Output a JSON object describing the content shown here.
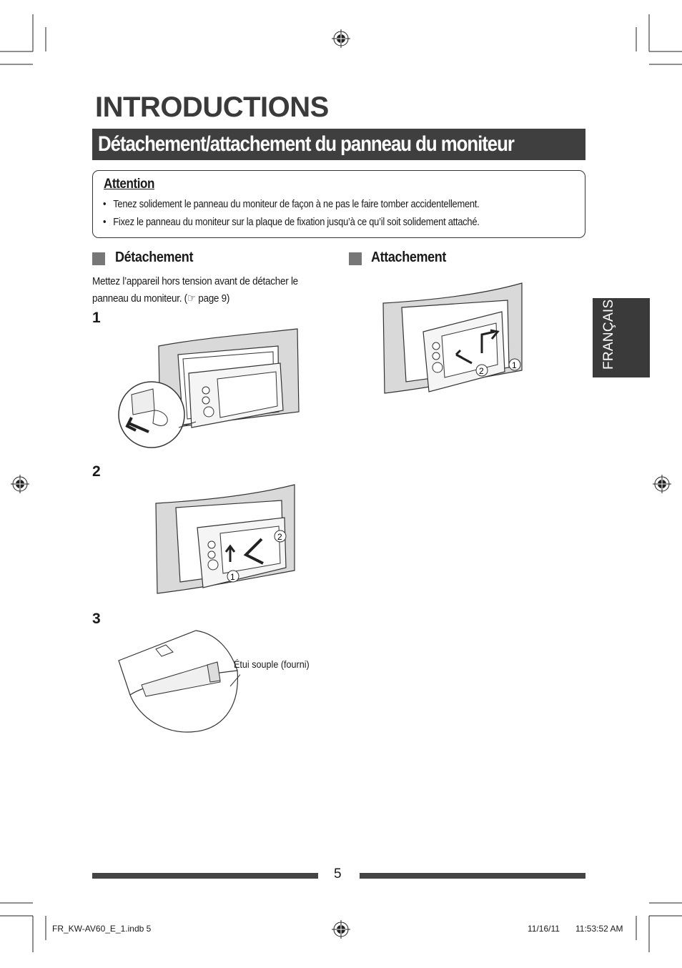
{
  "page_title": "INTRODUCTIONS",
  "section_banner": "Détachement/attachement du panneau du moniteur",
  "attention": {
    "title": "Attention",
    "bullets": [
      "Tenez solidement le panneau du moniteur de façon à ne pas le faire tomber accidentellement.",
      "Fixez le panneau du moniteur sur la plaque de fixation jusqu’à ce qu’il soit solidement attaché."
    ]
  },
  "detachement": {
    "heading": "Détachement",
    "text_line1": "Mettez l’appareil hors tension avant de détacher le",
    "text_line2": "panneau du moniteur. (☞ page 9)",
    "steps": [
      "1",
      "2",
      "3"
    ],
    "pouch_caption": "Étui souple (fourni)"
  },
  "attachement": {
    "heading": "Attachement"
  },
  "side_tab": "FRANÇAIS",
  "page_number": "5",
  "slug": {
    "file": "FR_KW-AV60_E_1.indb   5",
    "date": "11/16/11",
    "time": "11:53:52 AM"
  }
}
